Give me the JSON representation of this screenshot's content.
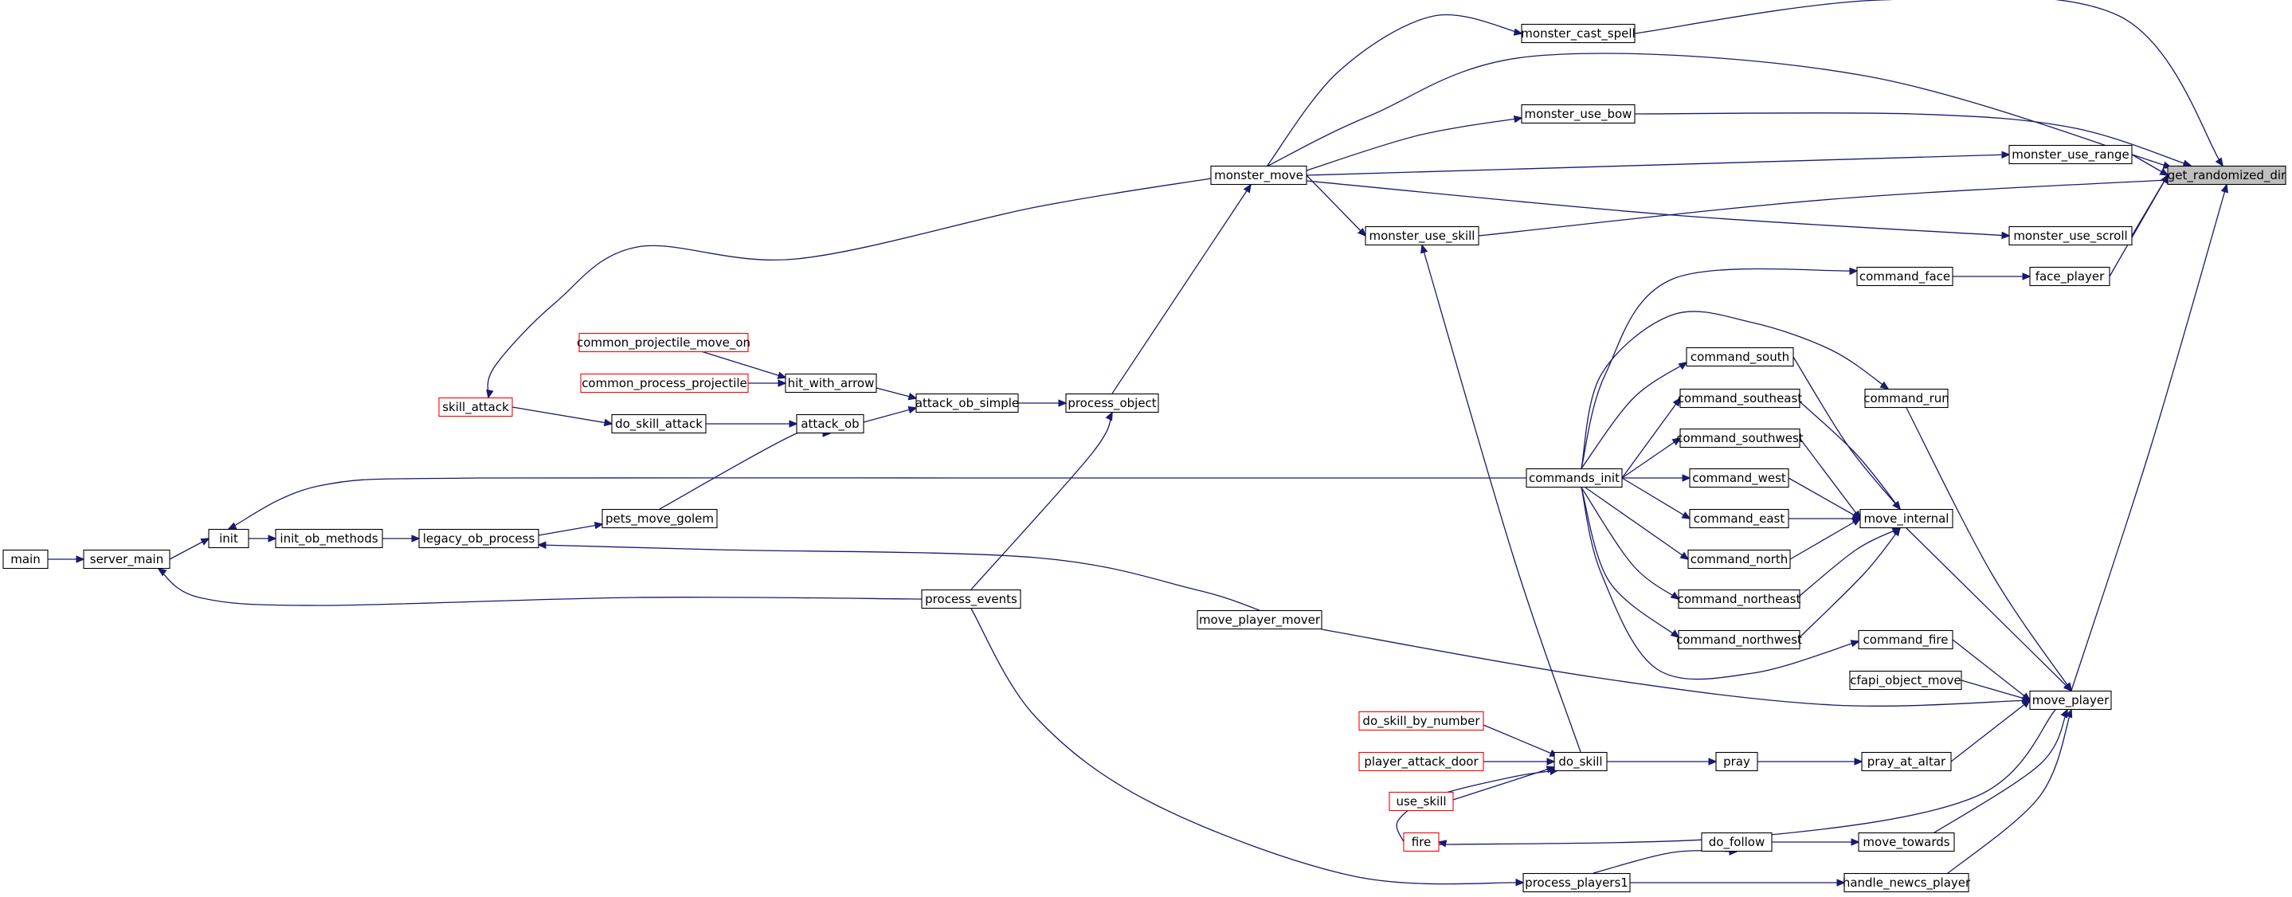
{
  "graph": {
    "colors": {
      "edge": "#191970",
      "node_border": "#000000",
      "node_border_truncated": "#ff0000",
      "focus_fill": "#bfbfbf",
      "background": "#ffffff"
    },
    "focus_node": "get_randomized_dir",
    "nodes": [
      {
        "id": "get_randomized_dir",
        "label": "get_randomized_dir",
        "style": "focus"
      },
      {
        "id": "monster_cast_spell",
        "label": "monster_cast_spell",
        "style": "normal"
      },
      {
        "id": "monster_use_bow",
        "label": "monster_use_bow",
        "style": "normal"
      },
      {
        "id": "monster_use_range",
        "label": "monster_use_range",
        "style": "normal"
      },
      {
        "id": "monster_move",
        "label": "monster_move",
        "style": "normal"
      },
      {
        "id": "monster_use_skill",
        "label": "monster_use_skill",
        "style": "normal"
      },
      {
        "id": "monster_use_scroll",
        "label": "monster_use_scroll",
        "style": "normal"
      },
      {
        "id": "command_face",
        "label": "command_face",
        "style": "normal"
      },
      {
        "id": "face_player",
        "label": "face_player",
        "style": "normal"
      },
      {
        "id": "command_south",
        "label": "command_south",
        "style": "normal"
      },
      {
        "id": "command_run",
        "label": "command_run",
        "style": "normal"
      },
      {
        "id": "command_southeast",
        "label": "command_southeast",
        "style": "normal"
      },
      {
        "id": "command_southwest",
        "label": "command_southwest",
        "style": "normal"
      },
      {
        "id": "common_projectile_move_on",
        "label": "common_projectile_move_on",
        "style": "truncated"
      },
      {
        "id": "common_process_projectile",
        "label": "common_process_projectile",
        "style": "truncated"
      },
      {
        "id": "hit_with_arrow",
        "label": "hit_with_arrow",
        "style": "normal"
      },
      {
        "id": "attack_ob_simple",
        "label": "attack_ob_simple",
        "style": "normal"
      },
      {
        "id": "process_object",
        "label": "process_object",
        "style": "normal"
      },
      {
        "id": "skill_attack",
        "label": "skill_attack",
        "style": "truncated"
      },
      {
        "id": "do_skill_attack",
        "label": "do_skill_attack",
        "style": "normal"
      },
      {
        "id": "attack_ob",
        "label": "attack_ob",
        "style": "normal"
      },
      {
        "id": "commands_init",
        "label": "commands_init",
        "style": "normal"
      },
      {
        "id": "command_west",
        "label": "command_west",
        "style": "normal"
      },
      {
        "id": "command_east",
        "label": "command_east",
        "style": "normal"
      },
      {
        "id": "move_internal",
        "label": "move_internal",
        "style": "normal"
      },
      {
        "id": "pets_move_golem",
        "label": "pets_move_golem",
        "style": "normal"
      },
      {
        "id": "init",
        "label": "init",
        "style": "normal"
      },
      {
        "id": "init_ob_methods",
        "label": "init_ob_methods",
        "style": "normal"
      },
      {
        "id": "legacy_ob_process",
        "label": "legacy_ob_process",
        "style": "normal"
      },
      {
        "id": "main",
        "label": "main",
        "style": "normal"
      },
      {
        "id": "server_main",
        "label": "server_main",
        "style": "normal"
      },
      {
        "id": "command_north",
        "label": "command_north",
        "style": "normal"
      },
      {
        "id": "process_events",
        "label": "process_events",
        "style": "normal"
      },
      {
        "id": "command_northeast",
        "label": "command_northeast",
        "style": "normal"
      },
      {
        "id": "move_player_mover",
        "label": "move_player_mover",
        "style": "normal"
      },
      {
        "id": "command_northwest",
        "label": "command_northwest",
        "style": "normal"
      },
      {
        "id": "command_fire",
        "label": "command_fire",
        "style": "normal"
      },
      {
        "id": "cfapi_object_move",
        "label": "cfapi_object_move",
        "style": "normal"
      },
      {
        "id": "move_player",
        "label": "move_player",
        "style": "normal"
      },
      {
        "id": "do_skill_by_number",
        "label": "do_skill_by_number",
        "style": "truncated"
      },
      {
        "id": "player_attack_door",
        "label": "player_attack_door",
        "style": "truncated"
      },
      {
        "id": "do_skill",
        "label": "do_skill",
        "style": "normal"
      },
      {
        "id": "pray",
        "label": "pray",
        "style": "normal"
      },
      {
        "id": "pray_at_altar",
        "label": "pray_at_altar",
        "style": "normal"
      },
      {
        "id": "use_skill",
        "label": "use_skill",
        "style": "truncated"
      },
      {
        "id": "fire",
        "label": "fire",
        "style": "truncated"
      },
      {
        "id": "do_follow",
        "label": "do_follow",
        "style": "normal"
      },
      {
        "id": "move_towards",
        "label": "move_towards",
        "style": "normal"
      },
      {
        "id": "process_players1",
        "label": "process_players1",
        "style": "normal"
      },
      {
        "id": "handle_newcs_player",
        "label": "handle_newcs_player",
        "style": "normal"
      }
    ],
    "edges": [
      {
        "from": "monster_cast_spell",
        "to": "get_randomized_dir"
      },
      {
        "from": "monster_move",
        "to": "get_randomized_dir"
      },
      {
        "from": "monster_use_bow",
        "to": "get_randomized_dir"
      },
      {
        "from": "monster_use_range",
        "to": "get_randomized_dir"
      },
      {
        "from": "monster_use_skill",
        "to": "get_randomized_dir"
      },
      {
        "from": "monster_use_scroll",
        "to": "get_randomized_dir"
      },
      {
        "from": "face_player",
        "to": "get_randomized_dir"
      },
      {
        "from": "move_player",
        "to": "get_randomized_dir"
      },
      {
        "from": "monster_move",
        "to": "monster_cast_spell"
      },
      {
        "from": "monster_move",
        "to": "monster_use_bow"
      },
      {
        "from": "monster_move",
        "to": "monster_use_range"
      },
      {
        "from": "monster_move",
        "to": "monster_use_skill"
      },
      {
        "from": "monster_move",
        "to": "monster_use_scroll"
      },
      {
        "from": "monster_move",
        "to": "skill_attack"
      },
      {
        "from": "process_object",
        "to": "monster_move"
      },
      {
        "from": "attack_ob_simple",
        "to": "process_object"
      },
      {
        "from": "process_events",
        "to": "process_object"
      },
      {
        "from": "hit_with_arrow",
        "to": "attack_ob_simple"
      },
      {
        "from": "attack_ob",
        "to": "attack_ob_simple"
      },
      {
        "from": "common_projectile_move_on",
        "to": "hit_with_arrow"
      },
      {
        "from": "common_process_projectile",
        "to": "hit_with_arrow"
      },
      {
        "from": "do_skill_attack",
        "to": "attack_ob"
      },
      {
        "from": "pets_move_golem",
        "to": "attack_ob"
      },
      {
        "from": "skill_attack",
        "to": "do_skill_attack"
      },
      {
        "from": "legacy_ob_process",
        "to": "pets_move_golem"
      },
      {
        "from": "init_ob_methods",
        "to": "legacy_ob_process"
      },
      {
        "from": "move_player_mover",
        "to": "legacy_ob_process"
      },
      {
        "from": "init",
        "to": "init_ob_methods"
      },
      {
        "from": "server_main",
        "to": "init"
      },
      {
        "from": "commands_init",
        "to": "init"
      },
      {
        "from": "main",
        "to": "server_main"
      },
      {
        "from": "process_events",
        "to": "server_main"
      },
      {
        "from": "command_face",
        "to": "face_player"
      },
      {
        "from": "commands_init",
        "to": "command_face"
      },
      {
        "from": "commands_init",
        "to": "command_run"
      },
      {
        "from": "commands_init",
        "to": "command_south"
      },
      {
        "from": "commands_init",
        "to": "command_southeast"
      },
      {
        "from": "commands_init",
        "to": "command_southwest"
      },
      {
        "from": "commands_init",
        "to": "command_west"
      },
      {
        "from": "commands_init",
        "to": "command_east"
      },
      {
        "from": "commands_init",
        "to": "command_north"
      },
      {
        "from": "commands_init",
        "to": "command_northeast"
      },
      {
        "from": "commands_init",
        "to": "command_northwest"
      },
      {
        "from": "commands_init",
        "to": "command_fire"
      },
      {
        "from": "command_south",
        "to": "move_internal"
      },
      {
        "from": "command_southeast",
        "to": "move_internal"
      },
      {
        "from": "command_southwest",
        "to": "move_internal"
      },
      {
        "from": "command_west",
        "to": "move_internal"
      },
      {
        "from": "command_east",
        "to": "move_internal"
      },
      {
        "from": "command_north",
        "to": "move_internal"
      },
      {
        "from": "command_northeast",
        "to": "move_internal"
      },
      {
        "from": "command_northwest",
        "to": "move_internal"
      },
      {
        "from": "move_internal",
        "to": "move_player"
      },
      {
        "from": "command_run",
        "to": "move_player"
      },
      {
        "from": "command_fire",
        "to": "move_player"
      },
      {
        "from": "cfapi_object_move",
        "to": "move_player"
      },
      {
        "from": "move_player_mover",
        "to": "move_player"
      },
      {
        "from": "pray_at_altar",
        "to": "move_player"
      },
      {
        "from": "move_towards",
        "to": "move_player"
      },
      {
        "from": "handle_newcs_player",
        "to": "move_player"
      },
      {
        "from": "move_player",
        "to": "fire"
      },
      {
        "from": "do_skill",
        "to": "monster_use_skill"
      },
      {
        "from": "do_skill_by_number",
        "to": "do_skill"
      },
      {
        "from": "player_attack_door",
        "to": "do_skill"
      },
      {
        "from": "use_skill",
        "to": "do_skill"
      },
      {
        "from": "fire",
        "to": "do_skill"
      },
      {
        "from": "do_skill",
        "to": "pray"
      },
      {
        "from": "pray",
        "to": "pray_at_altar"
      },
      {
        "from": "do_follow",
        "to": "move_towards"
      },
      {
        "from": "process_players1",
        "to": "do_follow"
      },
      {
        "from": "process_players1",
        "to": "handle_newcs_player"
      },
      {
        "from": "process_events",
        "to": "process_players1"
      }
    ]
  }
}
